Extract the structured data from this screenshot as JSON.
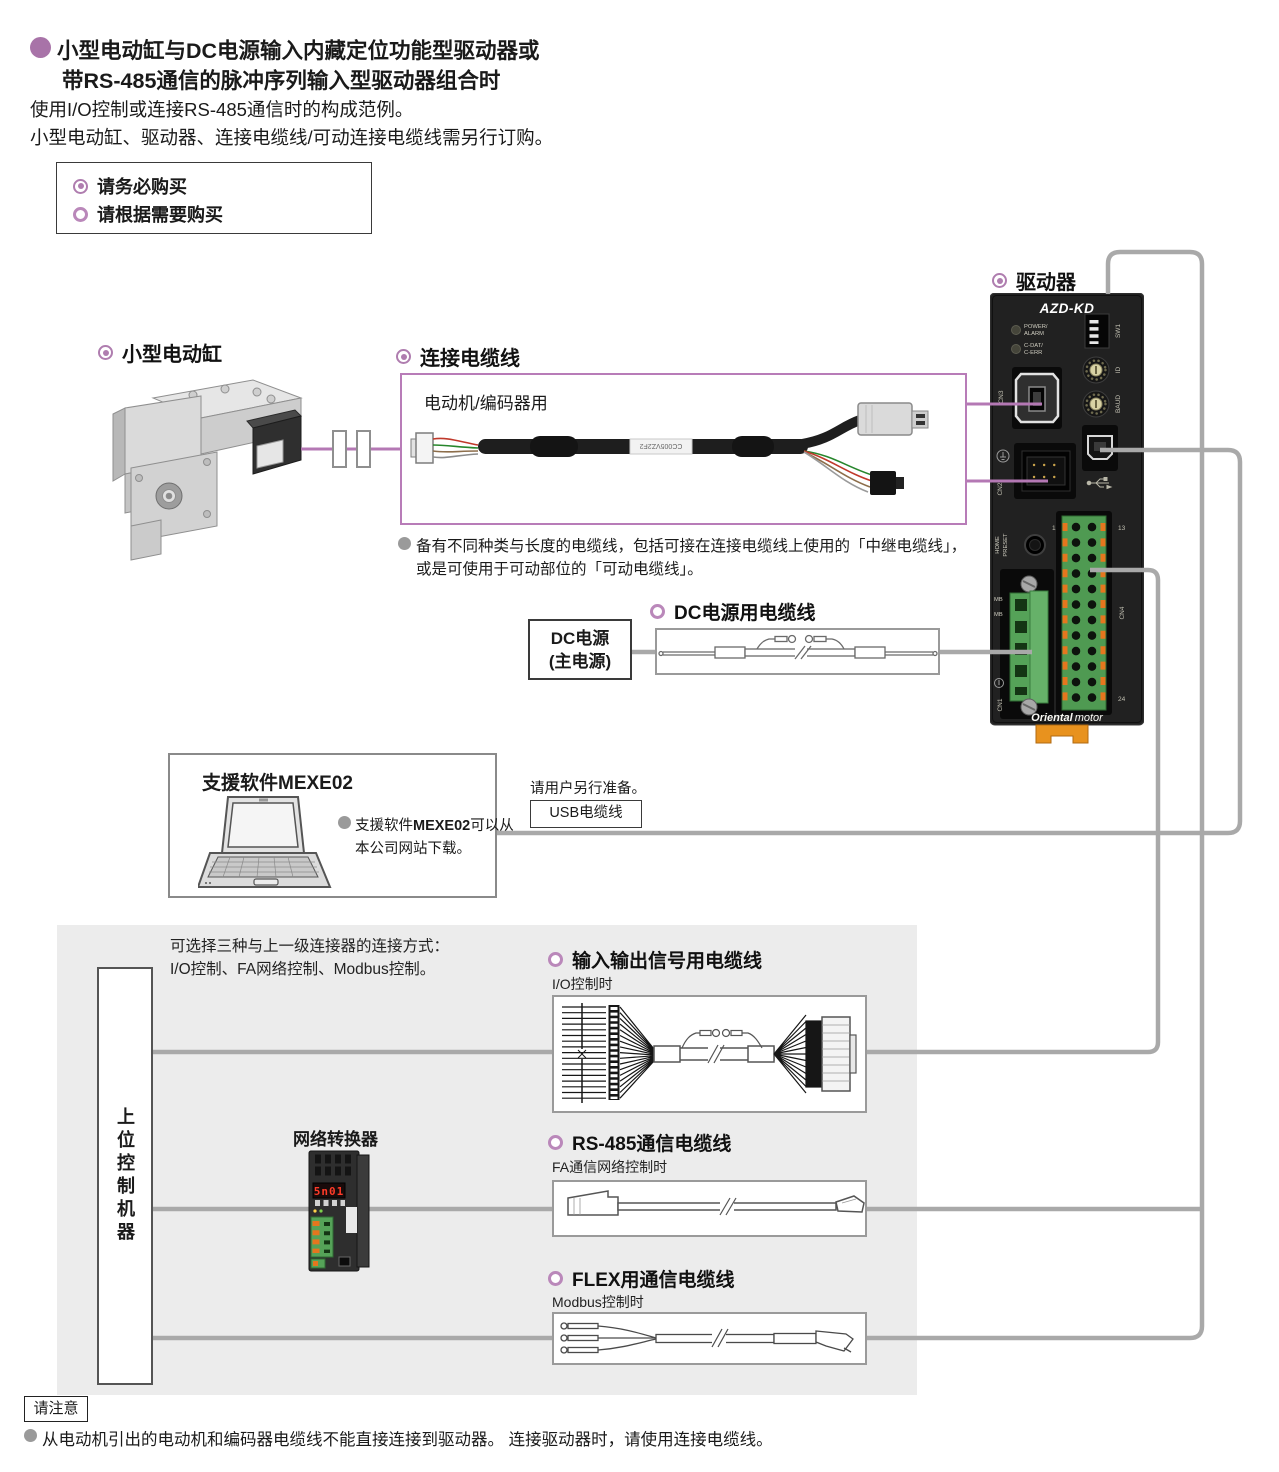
{
  "colors": {
    "accent_purple": "#af7daf",
    "purple_line": "#b478b4",
    "line_gray": "#a9a9a9",
    "bg_gray": "#ececec",
    "clip_orange": "#e8921e",
    "terminal_green": "#55a258",
    "display_red": "#ff3b28"
  },
  "title": {
    "line1": "小型电动缸与DC电源输入内藏定位功能型驱动器或",
    "line2": "带RS-485通信的脉冲序列输入型驱动器组合时",
    "desc1": "使用I/O控制或连接RS-485通信时的构成范例。",
    "desc2": "小型电动缸、驱动器、连接电缆线/可动连接电缆线需另行订购。"
  },
  "legend": {
    "required": "请务必购买",
    "optional": "请根据需要购买"
  },
  "cylinder": {
    "label": "小型电动缸"
  },
  "connect_cable": {
    "label": "连接电缆线",
    "use": "电动机/编码器用",
    "code": "CC005VZ2F2",
    "note1": "备有不同种类与长度的电缆线，包括可接在连接电缆线上使用的「中继电缆线」，",
    "note2": "或是可使用于可动部位的「可动电缆线」。"
  },
  "driver": {
    "label": "驱动器",
    "model": "AZD-KD",
    "led1a": "POWER/",
    "led1b": "ALARM",
    "led2a": "C-DAT/",
    "led2b": "C-ERR",
    "sw1": "SW1",
    "id": "ID",
    "baud": "BAUD",
    "cn3": "CN3",
    "cn2": "CN2",
    "cn1": "CN1",
    "cn4": "CN4",
    "home": "HOME",
    "preset": "PRESET",
    "pin1": "1",
    "pin13": "13",
    "pin24": "24",
    "mb1": "MB",
    "mb2": "MB",
    "logo1": "Oriental",
    "logo2": "motor"
  },
  "dc": {
    "line1": "DC电源",
    "line2": "(主电源)",
    "cable_label": "DC电源用电缆线"
  },
  "mexe": {
    "title": "支援软件MEXE02",
    "note1a": "支援软件",
    "note1b": "MEXE02",
    "note1c": "可以从",
    "note2": "本公司网站下载。",
    "prepare": "请用户另行准备。",
    "usb_cable": "USB电缆线"
  },
  "network": {
    "select1": "可选择三种与上一级连接器的连接方式：",
    "select2": "I/O控制、FA网络控制、Modbus控制。",
    "host": "上位控制机器",
    "converter": "网络转换器",
    "display": "5n01",
    "io_label": "输入输出信号用电缆线",
    "io_sub": "I/O控制时",
    "rs485_label": "RS-485通信电缆线",
    "rs485_sub": "FA通信网络控制时",
    "flex_label": "FLEX用通信电缆线",
    "flex_sub": "Modbus控制时"
  },
  "notice": {
    "tag": "请注意",
    "text": "从电动机引出的电动机和编码器电缆线不能直接连接到驱动器。 连接驱动器时，请使用连接电缆线。"
  }
}
